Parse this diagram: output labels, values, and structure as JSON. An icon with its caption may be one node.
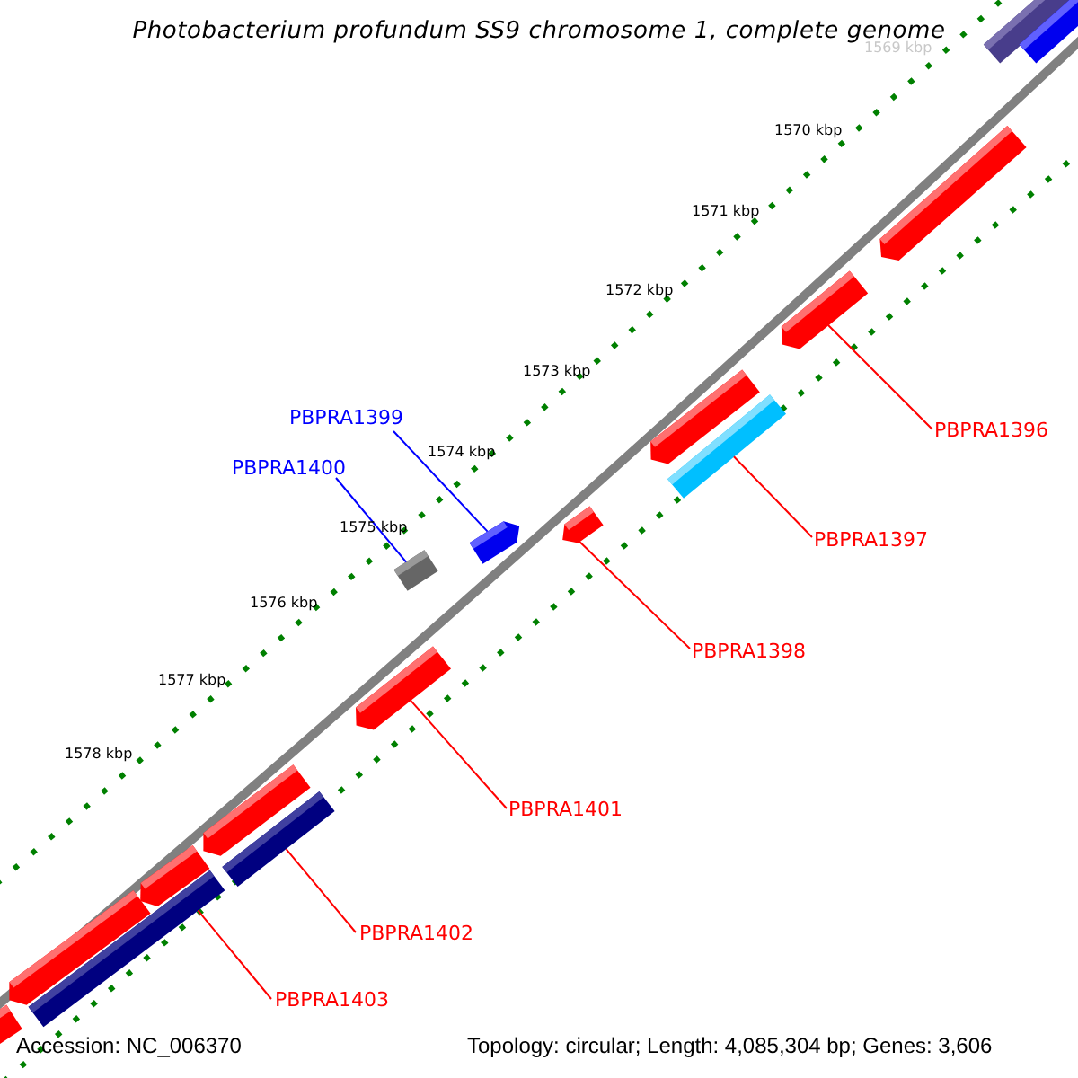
{
  "diagram": {
    "title": "Photobacterium profundum SS9 chromosome 1, complete genome",
    "nodes": [
      {
        "text": [
          "PBPRA1399"
        ]
      },
      {
        "text": [
          "PBPRA1400"
        ]
      },
      {
        "text": [
          "PBPRA1396"
        ]
      },
      {
        "text": [
          "PBPRA1397"
        ]
      },
      {
        "text": [
          "PBPRA1398"
        ]
      },
      {
        "text": [
          "PBPRA1401"
        ]
      },
      {
        "text": [
          "PBPRA1402"
        ]
      },
      {
        "text": [
          "PBPRA1403"
        ]
      },
      {
        "text": [],
        "shape": "bar"
      },
      {
        "text": [],
        "shape": "bar"
      },
      {
        "text": [],
        "shape": "bar"
      },
      {
        "text": [],
        "shape": "bar"
      },
      {
        "text": [],
        "shape": "bar"
      },
      {
        "text": [],
        "shape": "bar"
      },
      {
        "text": [],
        "shape": "bar"
      },
      {
        "text": [],
        "shape": "bar"
      }
    ],
    "edges": [
      {
        "from": 0,
        "to": 11,
        "arrow": "none",
        "color": "#0000ff"
      },
      {
        "from": 1,
        "to": 12,
        "arrow": "none",
        "color": "#0000ff"
      },
      {
        "from": 2,
        "to": 8,
        "arrow": "none"
      },
      {
        "from": 3,
        "to": 9,
        "arrow": "none"
      },
      {
        "from": 4,
        "to": 10,
        "arrow": "none"
      },
      {
        "from": 5,
        "to": 13,
        "arrow": "none"
      },
      {
        "from": 6,
        "to": 14,
        "arrow": "none"
      },
      {
        "from": 7,
        "to": 15,
        "arrow": "none"
      }
    ],
    "labels": [
      "1569 kbp",
      "1570 kbp",
      "1571 kbp",
      "1572 kbp",
      "1573 kbp",
      "1574 kbp",
      "1575 kbp",
      "1576 kbp",
      "1577 kbp",
      "1578 kbp",
      "Accession: NC_006370",
      "Topology: circular; Length: 4,085,304 bp; Genes: 3,606"
    ]
  }
}
